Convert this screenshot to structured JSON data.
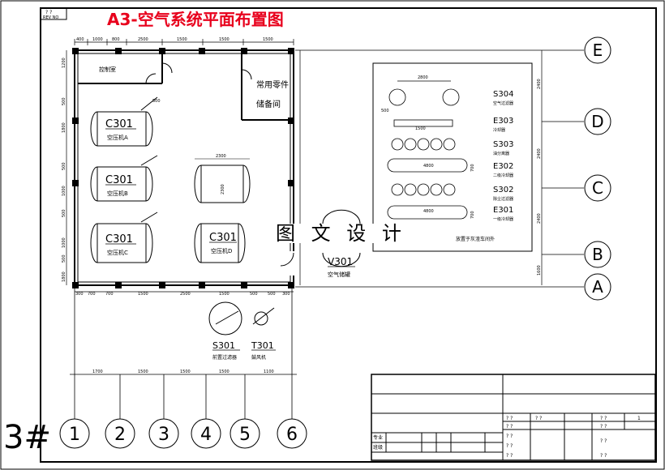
{
  "title": "A3-空气系统平面布置图",
  "watermark": "图 文 设 计",
  "stamp": "3#",
  "corner_marks": [
    "? ?",
    "REV NO"
  ],
  "grid_axes": {
    "columns": [
      "1",
      "2",
      "3",
      "4",
      "5",
      "6"
    ],
    "rows": [
      "E",
      "D",
      "C",
      "B",
      "A"
    ]
  },
  "top_dims": [
    "400",
    "1000",
    "800",
    "2500",
    "1500",
    "1500",
    "1500"
  ],
  "bottom_dims_room": [
    "300",
    "700",
    "700",
    "1500",
    "2500",
    "1500",
    "500",
    "500",
    "300"
  ],
  "bottom_dims_axis": [
    "1700",
    "1500",
    "1500",
    "1500",
    "1100"
  ],
  "left_dims": [
    "1200",
    "500",
    "1800",
    "500",
    "1000",
    "500",
    "1000",
    "500",
    "1800"
  ],
  "right_dims": [
    "2400",
    "2400",
    "2400",
    "1600"
  ],
  "rooms": {
    "control_room": "控制室",
    "spares_room_line1": "常用零件",
    "spares_room_line2": "储备间"
  },
  "equipment": [
    {
      "tag": "C301",
      "desc": "空压机A"
    },
    {
      "tag": "C301",
      "desc": "空压机B"
    },
    {
      "tag": "C301",
      "desc": "空压机C"
    },
    {
      "tag": "C301",
      "desc": "空压机D"
    },
    {
      "tag": "V301",
      "desc": "空气储罐"
    },
    {
      "tag": "S301",
      "desc": "前置过滤器"
    },
    {
      "tag": "T301",
      "desc": "鼓风机"
    }
  ],
  "center_tank_dims": [
    "2300",
    "2300"
  ],
  "legend_panel": {
    "items": [
      {
        "tag": "S304",
        "desc": "空气过滤器"
      },
      {
        "tag": "E303",
        "desc": "冷却器"
      },
      {
        "tag": "S303",
        "desc": "油分离器"
      },
      {
        "tag": "E302",
        "desc": "二级冷却器"
      },
      {
        "tag": "S302",
        "desc": "除尘过滤器"
      },
      {
        "tag": "E301",
        "desc": "一级冷却器"
      }
    ],
    "dims": [
      "2800",
      "500",
      "1500",
      "4800",
      "700",
      "4800",
      "700"
    ],
    "note": "放置于灰渣车间外"
  },
  "title_block": {
    "labels": [
      "专业",
      "班级"
    ],
    "marks": [
      "? ?",
      "? ?",
      "? ?",
      "? ?",
      "? ?",
      "? ?",
      "? ?",
      "? ?",
      "? ?",
      "? ?",
      "1"
    ]
  }
}
